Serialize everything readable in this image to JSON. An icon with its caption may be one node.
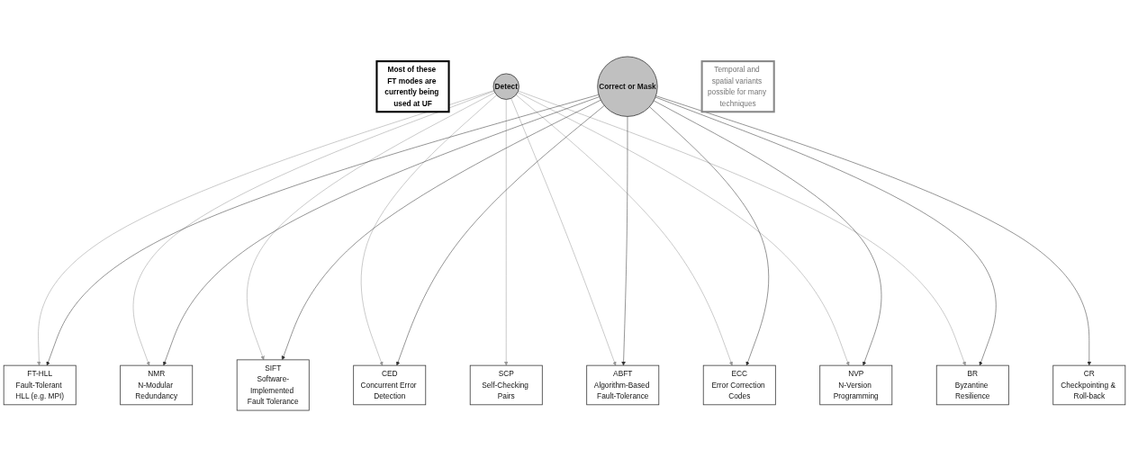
{
  "diagram": {
    "nodes": [
      {
        "text": [
          "Most of these FT modes are currently being used at UF"
        ]
      },
      {
        "text": [
          "FT-HLL",
          "Fault-Tolerant HLL (e.g. MPI)"
        ]
      },
      {
        "text": [
          "NMR",
          "N-Modular Redundancy"
        ]
      },
      {
        "text": [
          "SIFT",
          "Software-Implemented Fault Tolerance"
        ]
      },
      {
        "text": [
          "Temporal and spatial variants possible for many techniques"
        ]
      },
      {
        "text": [
          "CED",
          "Concurrent Error Detection"
        ]
      },
      {
        "text": [
          "CR",
          "Checkpointing & Roll-back"
        ]
      },
      {
        "text": [
          "Detect"
        ]
      },
      {
        "text": [
          "Correct or Mask"
        ]
      },
      {
        "text": [
          "SCP",
          "Self-Checking Pairs"
        ]
      },
      {
        "text": [
          "BR",
          "Byzantine Resilience"
        ]
      },
      {
        "text": [
          "ABFT",
          "Algorithm-Based Fault-Tolerance"
        ]
      },
      {
        "text": [
          "ECC",
          "Error Correction Codes"
        ]
      },
      {
        "text": [
          "NVP",
          "N-Version Programming"
        ]
      }
    ],
    "edges": [
      {
        "from": 7,
        "to": 1,
        "arrow": "to",
        "color": "#999999"
      },
      {
        "from": 7,
        "to": 2,
        "arrow": "to",
        "color": "#999999"
      },
      {
        "from": 7,
        "to": 3,
        "arrow": "to",
        "color": "#999999"
      },
      {
        "from": 7,
        "to": 5,
        "arrow": "to",
        "color": "#999999"
      },
      {
        "from": 7,
        "to": 9,
        "arrow": "to",
        "color": "#999999"
      },
      {
        "from": 7,
        "to": 11,
        "arrow": "to",
        "color": "#999999"
      },
      {
        "from": 7,
        "to": 12,
        "arrow": "to",
        "color": "#999999"
      },
      {
        "from": 7,
        "to": 13,
        "arrow": "to",
        "color": "#999999"
      },
      {
        "from": 7,
        "to": 10,
        "arrow": "to",
        "color": "#999999"
      },
      {
        "from": 8,
        "to": 1,
        "arrow": "to",
        "color": "#333333"
      },
      {
        "from": 8,
        "to": 2,
        "arrow": "to",
        "color": "#333333"
      },
      {
        "from": 8,
        "to": 3,
        "arrow": "to",
        "color": "#333333"
      },
      {
        "from": 8,
        "to": 5,
        "arrow": "to",
        "color": "#333333"
      },
      {
        "from": 8,
        "to": 6,
        "arrow": "to",
        "color": "#333333"
      },
      {
        "from": 8,
        "to": 10,
        "arrow": "to",
        "color": "#333333"
      },
      {
        "from": 8,
        "to": 13,
        "arrow": "to",
        "color": "#333333"
      },
      {
        "from": 8,
        "to": 12,
        "arrow": "to",
        "color": "#333333"
      },
      {
        "from": 8,
        "to": 11,
        "arrow": "to",
        "color": "#333333"
      }
    ]
  }
}
